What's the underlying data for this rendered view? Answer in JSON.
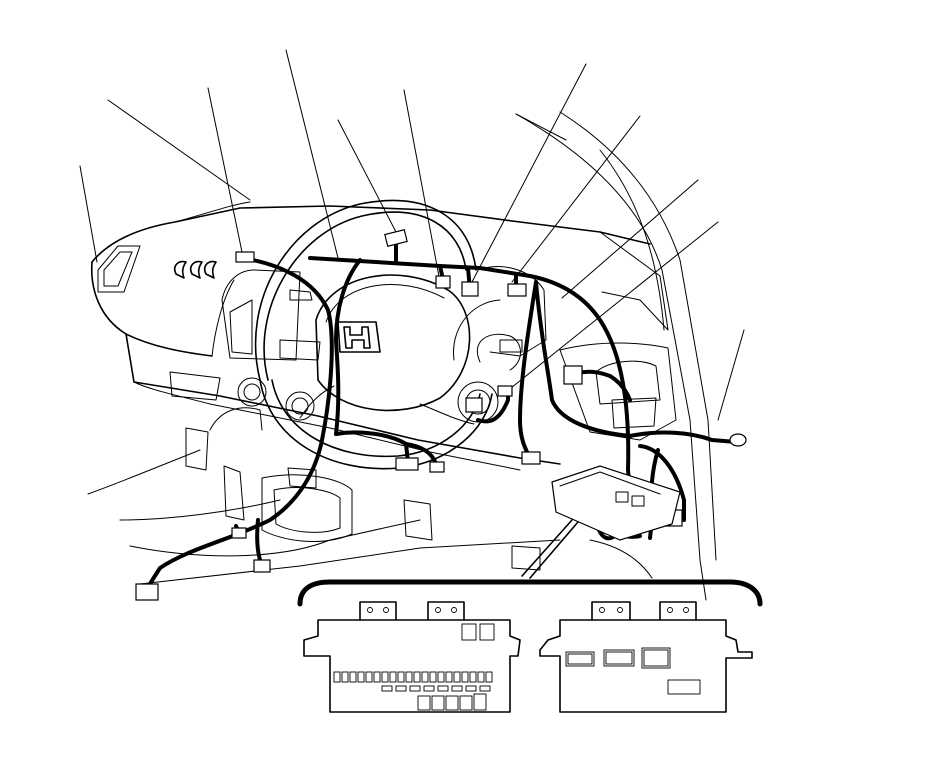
{
  "diagram": {
    "colors": {
      "line": "#000000",
      "background": "#ffffff"
    },
    "emblem": "honda-h-logo",
    "callout_count": 12,
    "views": [
      "instrument-panel-wire-harness",
      "under-dash-fuse-relay-box-front",
      "under-dash-fuse-relay-box-back"
    ]
  }
}
